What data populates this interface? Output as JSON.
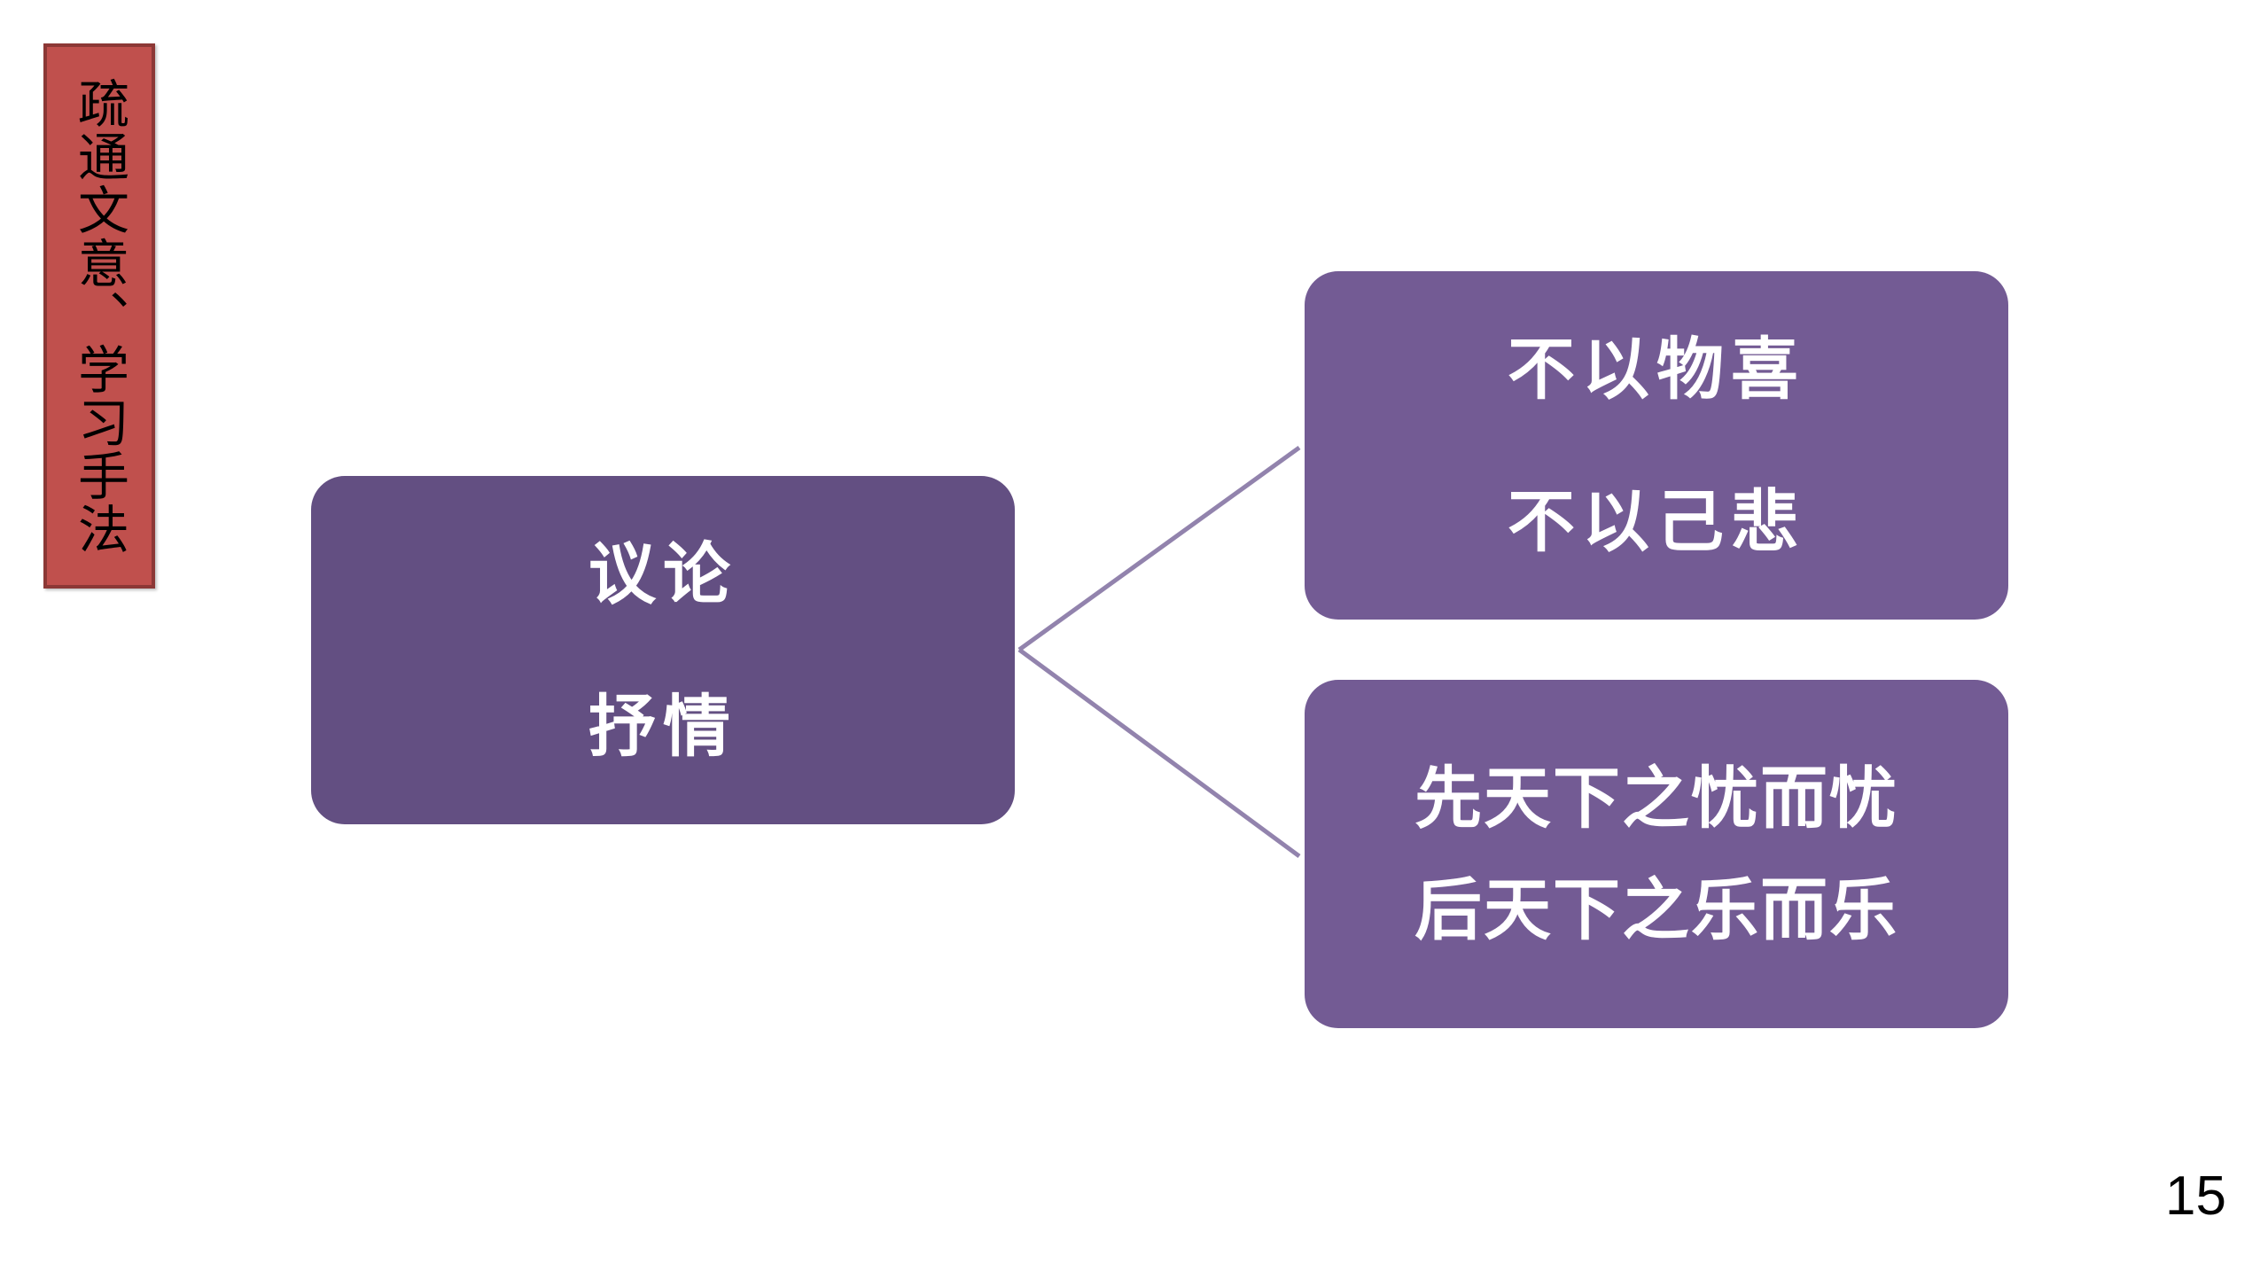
{
  "side_tab": {
    "label": "疏通文意、学习手法",
    "fill_color": "#c0504d",
    "border_color": "#8c3836"
  },
  "diagram": {
    "root": {
      "lines": [
        "议论",
        "抒情"
      ],
      "fill_color": "#634f82"
    },
    "children": [
      {
        "lines": [
          "不以物喜",
          "不以己悲"
        ],
        "fill_color": "#735b94"
      },
      {
        "lines": [
          "先天下之忧而忧",
          "后天下之乐而乐"
        ],
        "fill_color": "#735b94"
      }
    ],
    "connector_color": "#9283ad"
  },
  "page_number": "15"
}
